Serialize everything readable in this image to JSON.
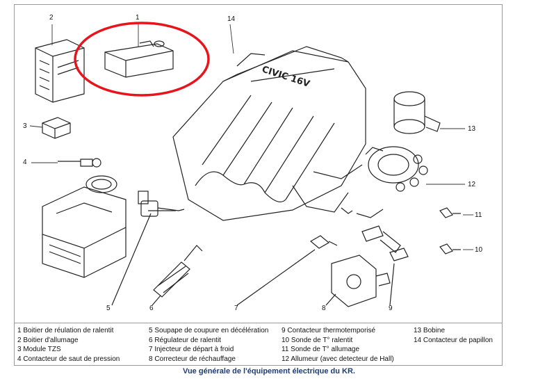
{
  "callouts": [
    "1",
    "2",
    "3",
    "4",
    "5",
    "6",
    "7",
    "8",
    "9",
    "10",
    "11",
    "12",
    "13",
    "14"
  ],
  "engine_text": "CIVIC 16V",
  "legend": {
    "col1": [
      "1 Boitier de réulation de ralentit",
      "2 Boitier d'allumage",
      "3 Module TZS",
      "4 Contacteur de saut de pression"
    ],
    "col2": [
      "5 Soupape de coupure en décélération",
      "6 Régulateur de ralentit",
      "7 Injecteur de départ à froid",
      "8 Correcteur de réchauffage"
    ],
    "col3": [
      "9  Contacteur thermotemporisé",
      "10 Sonde de T° ralentit",
      "11 Sonde de T° allumage",
      "12 Allumeur (avec detecteur de Hall)"
    ],
    "col4": [
      "13 Bobine",
      "14 Contacteur de papillon"
    ]
  },
  "caption": "Vue générale de l'équipement électrique du KR.",
  "colors": {
    "highlight": "#e8141c",
    "caption": "#1e3c78"
  }
}
